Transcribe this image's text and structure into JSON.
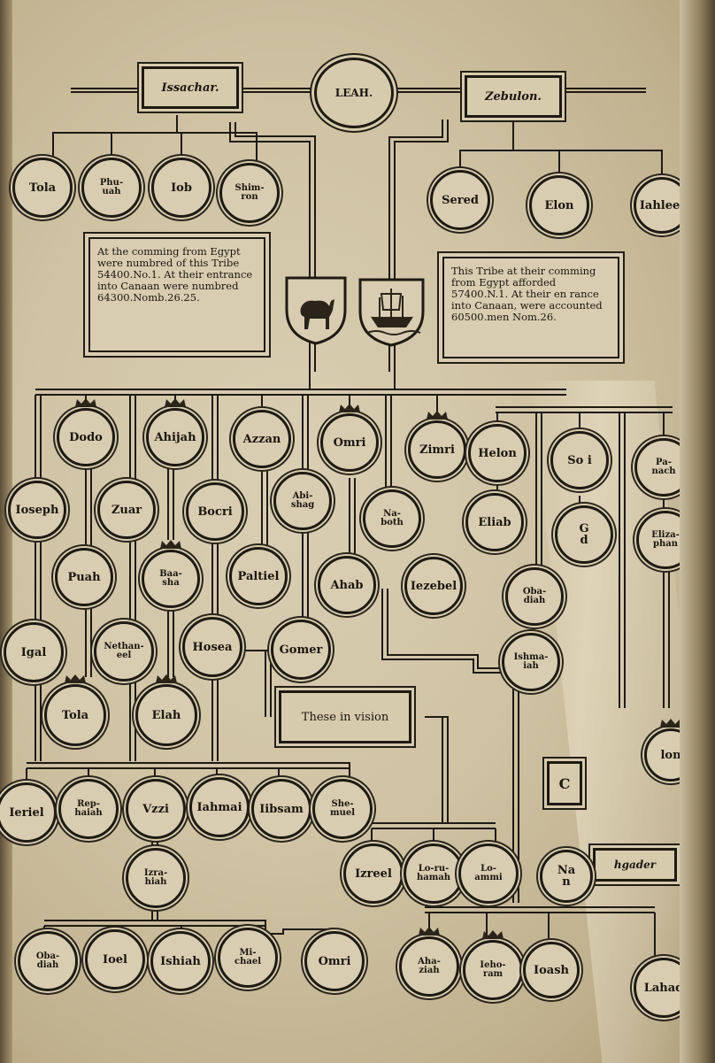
{
  "header": {
    "tribe_left": "Issachar.",
    "center": "LEAH.",
    "tribe_right": "Zebulon."
  },
  "notes": {
    "issachar": "At the comming from Egypt were numbred of this Tribe 54400.No.1. At their entrance into Canaan were numbred 64300.Nomb.26.25.",
    "zebulon": "This Tribe at their comming from Egypt afforded 57400.N.1. At their en rance into Canaan, were accounted 60500.men Nom.26."
  },
  "cartouches": {
    "vision": "These in vision",
    "partial_c": "C",
    "hephgader": "hgader"
  },
  "nodes": [
    {
      "id": "tola-top",
      "label": "Tola"
    },
    {
      "id": "phuvah",
      "label": "Phu-\nuah"
    },
    {
      "id": "iob",
      "label": "Iob"
    },
    {
      "id": "shimron",
      "label": "Shim-\nron"
    },
    {
      "id": "sered",
      "label": "Sered"
    },
    {
      "id": "elon",
      "label": "Elon"
    },
    {
      "id": "iahleel",
      "label": "Iahleel"
    },
    {
      "id": "dodo",
      "label": "Dodo"
    },
    {
      "id": "ahijah",
      "label": "Ahijah"
    },
    {
      "id": "azzan",
      "label": "Azzan"
    },
    {
      "id": "omri-mid",
      "label": "Omri"
    },
    {
      "id": "zimri",
      "label": "Zimri"
    },
    {
      "id": "helon",
      "label": "Helon"
    },
    {
      "id": "sodi",
      "label": "So  i"
    },
    {
      "id": "parnach",
      "label": "Pa-\nnach"
    },
    {
      "id": "ioseph",
      "label": "Ioseph"
    },
    {
      "id": "zuar",
      "label": "Zuar"
    },
    {
      "id": "bocri",
      "label": "Bocri"
    },
    {
      "id": "abishag",
      "label": "Abi-\nshag"
    },
    {
      "id": "naboth",
      "label": "Na-\nboth"
    },
    {
      "id": "eliab",
      "label": "Eliab"
    },
    {
      "id": "gaddi",
      "label": "G\nd"
    },
    {
      "id": "elizaphan",
      "label": "Eliza-\nphan"
    },
    {
      "id": "puah",
      "label": "Puah"
    },
    {
      "id": "baasha",
      "label": "Baa-\nsha"
    },
    {
      "id": "paltiel",
      "label": "Paltiel"
    },
    {
      "id": "ahab",
      "label": "Ahab"
    },
    {
      "id": "iezebel",
      "label": "Iezebel"
    },
    {
      "id": "obadiah-mid",
      "label": "Oba-\ndiah"
    },
    {
      "id": "igal",
      "label": "Igal"
    },
    {
      "id": "nethaneel",
      "label": "Nethan-\neel"
    },
    {
      "id": "hosea",
      "label": "Hosea"
    },
    {
      "id": "gomer",
      "label": "Gomer"
    },
    {
      "id": "ishmaiah",
      "label": "Ishma-\niah"
    },
    {
      "id": "tola-low",
      "label": "Tola"
    },
    {
      "id": "elah",
      "label": "Elah"
    },
    {
      "id": "elon-right",
      "label": "lon"
    },
    {
      "id": "ieriel",
      "label": "Ieriel"
    },
    {
      "id": "rephaiah",
      "label": "Rep-\nhaiah"
    },
    {
      "id": "uzzi",
      "label": "Vzzi"
    },
    {
      "id": "iahmai",
      "label": "Iahmai"
    },
    {
      "id": "iibsam",
      "label": "Iibsam"
    },
    {
      "id": "shemuel",
      "label": "She-\nmuel"
    },
    {
      "id": "izrahiah",
      "label": "Izra-\nhiah"
    },
    {
      "id": "izreel",
      "label": "Izreel"
    },
    {
      "id": "loruhamah",
      "label": "Lo-ru-\nhamah"
    },
    {
      "id": "loammi",
      "label": "Lo-\nammi"
    },
    {
      "id": "na-partial",
      "label": "Na\nn"
    },
    {
      "id": "obadiah-low",
      "label": "Oba-\ndiah"
    },
    {
      "id": "ioel",
      "label": "Ioel"
    },
    {
      "id": "ishiah",
      "label": "Ishiah"
    },
    {
      "id": "michael",
      "label": "Mi-\nchael"
    },
    {
      "id": "omri-low",
      "label": "Omri"
    },
    {
      "id": "ahaziah",
      "label": "Aha-\nziah"
    },
    {
      "id": "iehoram",
      "label": "Ieho-\nram"
    },
    {
      "id": "ioash",
      "label": "Ioash"
    },
    {
      "id": "lahad",
      "label": "Lahad"
    }
  ]
}
